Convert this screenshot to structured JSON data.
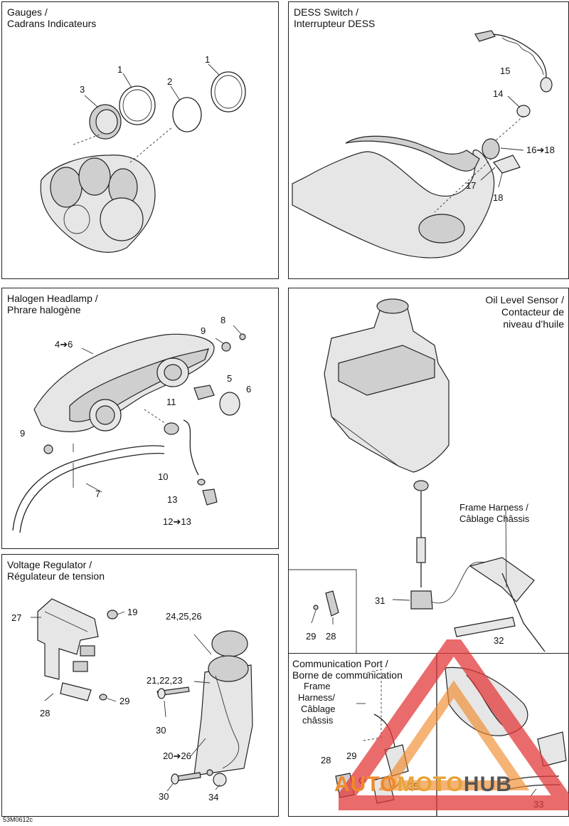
{
  "panels": {
    "gauges": {
      "title_line1": "Gauges /",
      "title_line2": "Cadrans Indicateurs",
      "callouts": {
        "c1a": "1",
        "c1b": "1",
        "c2": "2",
        "c3": "3"
      }
    },
    "dess": {
      "title_line1": "DESS Switch /",
      "title_line2": "Interrupteur DESS",
      "callouts": {
        "c15": "15",
        "c14": "14",
        "c16": "16➔18",
        "c17": "17",
        "c18": "18"
      }
    },
    "headlamp": {
      "title_line1": "Halogen Headlamp /",
      "title_line2": "Phrare halogène",
      "callouts": {
        "c46": "4➔6",
        "c8": "8",
        "c9a": "9",
        "c9b": "9",
        "c5": "5",
        "c6": "6",
        "c11": "11",
        "c10": "10",
        "c7": "7",
        "c13": "13",
        "c1213": "12➔13"
      }
    },
    "oil": {
      "title_line1": "Oil Level Sensor /",
      "title_line2": "Contacteur de",
      "title_line3": "niveau d’huile",
      "frame_harness_line1": "Frame Harness /",
      "frame_harness_line2": "Câblage Châssis",
      "callouts": {
        "c31": "31",
        "c32": "32",
        "c29": "29",
        "c28": "28"
      }
    },
    "voltage": {
      "title_line1": "Voltage Regulator /",
      "title_line2": "Régulateur de tension",
      "callouts": {
        "c27": "27",
        "c19": "19",
        "c242526": "24,25,26",
        "c212223": "21,22,23",
        "c29": "29",
        "c28": "28",
        "c30a": "30",
        "c2026": "20➔26",
        "c30b": "30",
        "c34": "34"
      }
    },
    "comm": {
      "title_line1": "Communication Port /",
      "title_line2": "Borne de communication",
      "frame_l1": "Frame",
      "frame_l2": "Harness/",
      "frame_l3": "Câblage",
      "frame_l4": "châssis",
      "callouts": {
        "c28": "28",
        "c29": "29",
        "c35": "35",
        "c33": "33"
      }
    }
  },
  "drawing_code": "53M0612c",
  "watermark": {
    "part1": "AUTO",
    "part2": "MOTO",
    "part3": "HUB",
    "color_red": "#e23a3a",
    "color_orange": "#f08a2c"
  }
}
